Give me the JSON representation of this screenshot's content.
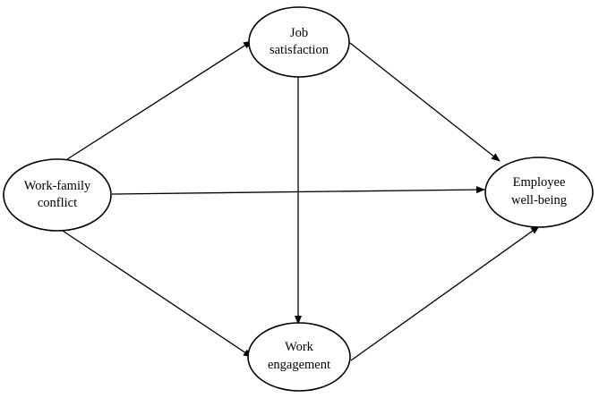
{
  "nodes": {
    "job_satisfaction": {
      "line1": "Job",
      "line2": "satisfaction"
    },
    "work_family_conflict": {
      "line1": "Work-family",
      "line2": "conflict"
    },
    "employee_well_being": {
      "line1": "Employee",
      "line2": "well-being"
    },
    "work_engagement": {
      "line1": "Work",
      "line2": "engagement"
    }
  },
  "edges": [
    {
      "from": "Work-family conflict",
      "to": "Job satisfaction"
    },
    {
      "from": "Work-family conflict",
      "to": "Employee well-being"
    },
    {
      "from": "Work-family conflict",
      "to": "Work engagement"
    },
    {
      "from": "Job satisfaction",
      "to": "Employee well-being"
    },
    {
      "from": "Job satisfaction",
      "to": "Work engagement"
    },
    {
      "from": "Work engagement",
      "to": "Employee well-being"
    }
  ],
  "colors": {
    "stroke": "#000000",
    "fill": "#ffffff",
    "background": "#ffffff"
  }
}
